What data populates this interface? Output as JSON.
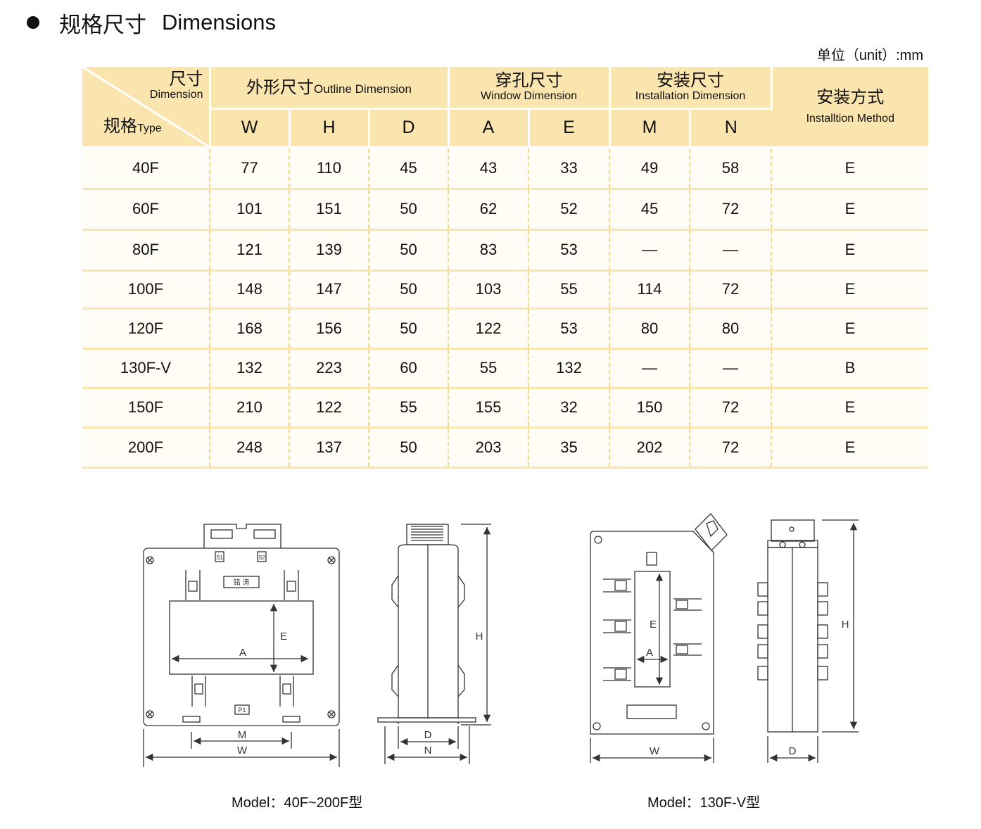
{
  "heading": {
    "zh": "规格尺寸",
    "en": "Dimensions"
  },
  "unit": {
    "zh": "单位",
    "en": "（unit）:mm"
  },
  "table": {
    "corner": {
      "top_zh": "尺寸",
      "top_en": "Dimension",
      "bottom_zh": "规格",
      "bottom_en": "Type"
    },
    "groups": [
      {
        "zh": "外形尺寸",
        "en": "Outline Dimension"
      },
      {
        "zh": "穿孔尺寸",
        "en": "Window Dimension"
      },
      {
        "zh": "安装尺寸",
        "en": "Installation Dimension"
      },
      {
        "zh": "安装方式",
        "en": "Installtion Method"
      }
    ],
    "columns": [
      "W",
      "H",
      "D",
      "A",
      "E",
      "M",
      "N"
    ],
    "rows": [
      {
        "type": "40F",
        "values": [
          "77",
          "110",
          "45",
          "43",
          "33",
          "49",
          "58"
        ],
        "method": "E"
      },
      {
        "type": "60F",
        "values": [
          "101",
          "151",
          "50",
          "62",
          "52",
          "45",
          "72"
        ],
        "method": "E"
      },
      {
        "type": "80F",
        "values": [
          "121",
          "139",
          "50",
          "83",
          "53",
          "—",
          "—"
        ],
        "method": "E"
      },
      {
        "type": "100F",
        "values": [
          "148",
          "147",
          "50",
          "103",
          "55",
          "114",
          "72"
        ],
        "method": "E"
      },
      {
        "type": "120F",
        "values": [
          "168",
          "156",
          "50",
          "122",
          "53",
          "80",
          "80"
        ],
        "method": "E"
      },
      {
        "type": "130F-V",
        "values": [
          "132",
          "223",
          "60",
          "55",
          "132",
          "—",
          "—"
        ],
        "method": "B"
      },
      {
        "type": "150F",
        "values": [
          "210",
          "122",
          "55",
          "155",
          "32",
          "150",
          "72"
        ],
        "method": "E"
      },
      {
        "type": "200F",
        "values": [
          "248",
          "137",
          "50",
          "203",
          "35",
          "202",
          "72"
        ],
        "method": "E"
      }
    ]
  },
  "drawings": {
    "left": {
      "caption_en": "Model：40F~200F",
      "caption_zh": "型",
      "labels": {
        "s1": "S1",
        "s2": "S2",
        "brand": "铭   涛",
        "p1": "P1",
        "a": "A",
        "e": "E",
        "m": "M",
        "w": "W",
        "h": "H",
        "d": "D",
        "n": "N"
      }
    },
    "right": {
      "caption_en": "Model：130F-V",
      "caption_zh": "型",
      "labels": {
        "a": "A",
        "e": "E",
        "w": "W",
        "h": "H",
        "d": "D"
      }
    }
  },
  "colors": {
    "header_bg": "#fbe5ae",
    "row_bg": "#fffdf5",
    "line": "#333333"
  }
}
